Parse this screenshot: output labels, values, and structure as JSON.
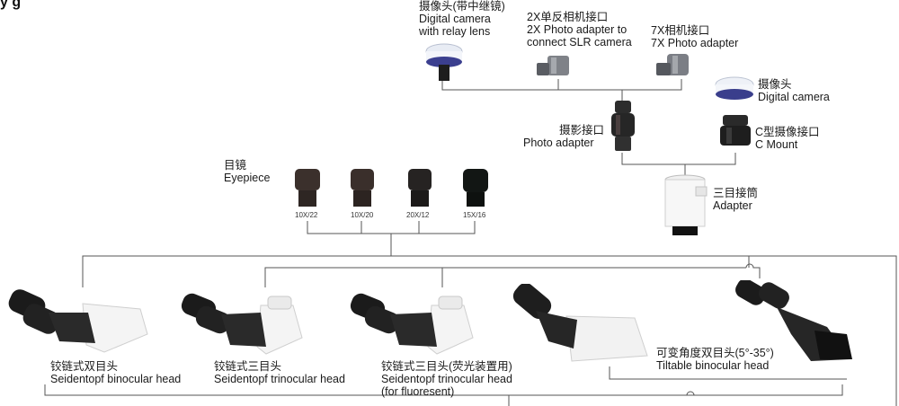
{
  "title": "y      g",
  "components": {
    "relay_camera": {
      "zh": "摄像头(带中继镜)",
      "en1": "Digital camera",
      "en2": "with relay lens"
    },
    "slr_adapter": {
      "zh": "2X单反相机接口",
      "en1": "2X Photo adapter to",
      "en2": "connect SLR camera"
    },
    "photo_7x": {
      "zh": "7X相机接口",
      "en1": "7X Photo adapter"
    },
    "digital_camera": {
      "zh": "摄像头",
      "en1": "Digital camera"
    },
    "photo_adapter": {
      "zh": "摄影接口",
      "en1": "Photo adapter"
    },
    "c_mount": {
      "zh": "C型摄像接口",
      "en1": "C Mount"
    },
    "tri_adapter": {
      "zh": "三目接筒",
      "en1": "Adapter"
    },
    "eyepiece": {
      "zh": "目镜",
      "en1": "Eyepiece"
    }
  },
  "eyepieces": [
    "10X/22",
    "10X/20",
    "20X/12",
    "15X/16"
  ],
  "heads": [
    {
      "zh": "铰链式双目头",
      "en1": "Seidentopf binocular head",
      "en2": ""
    },
    {
      "zh": "铰链式三目头",
      "en1": "Seidentopf trinocular head",
      "en2": ""
    },
    {
      "zh": "铰链式三目头(荧光装置用)",
      "en1": "Seidentopf trinocular head",
      "en2": "(for fluoresent)"
    },
    {
      "zh": "可变角度双目头(5°-35°)",
      "en1": "Tiltable binocular head",
      "en2": ""
    }
  ]
}
